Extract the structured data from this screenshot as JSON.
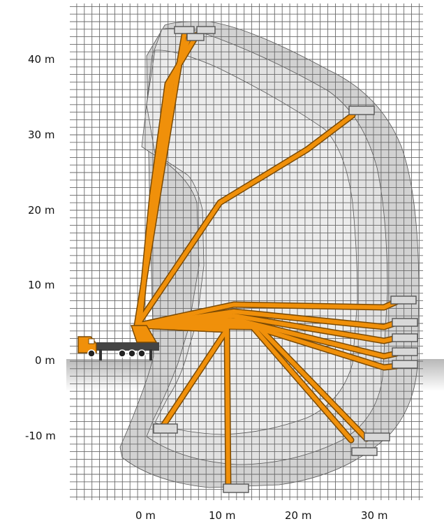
{
  "chart_data": {
    "type": "diagram",
    "x_ticks": [
      "0 m",
      "10 m",
      "20 m",
      "30 m"
    ],
    "y_ticks": [
      "40 m",
      "30 m",
      "20 m",
      "10 m",
      "0 m",
      "-10 m"
    ],
    "colors": {
      "boom": "#F0900A",
      "boom_edge": "#7A4A05",
      "outer_zone": "#D2D2D2",
      "mid_zone": "#E2E2E2",
      "inner_zone": "#EDEDED",
      "grid": "#6A6A6A",
      "ground": "#C4C4C4"
    }
  }
}
